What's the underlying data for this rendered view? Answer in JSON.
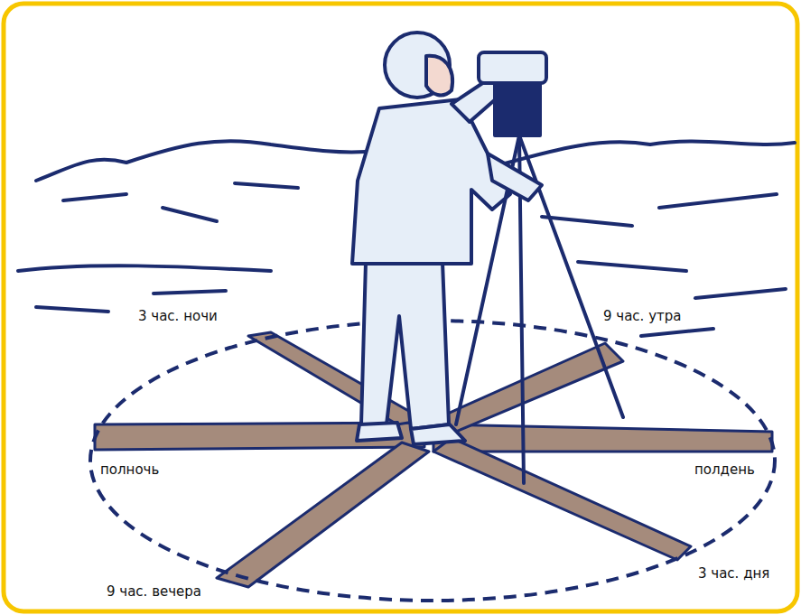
{
  "diagram": {
    "labels": [
      "3 час. ночи",
      "9 час. утра",
      "полночь",
      "полдень",
      "9 час. вечера",
      "3 час. дня"
    ]
  }
}
